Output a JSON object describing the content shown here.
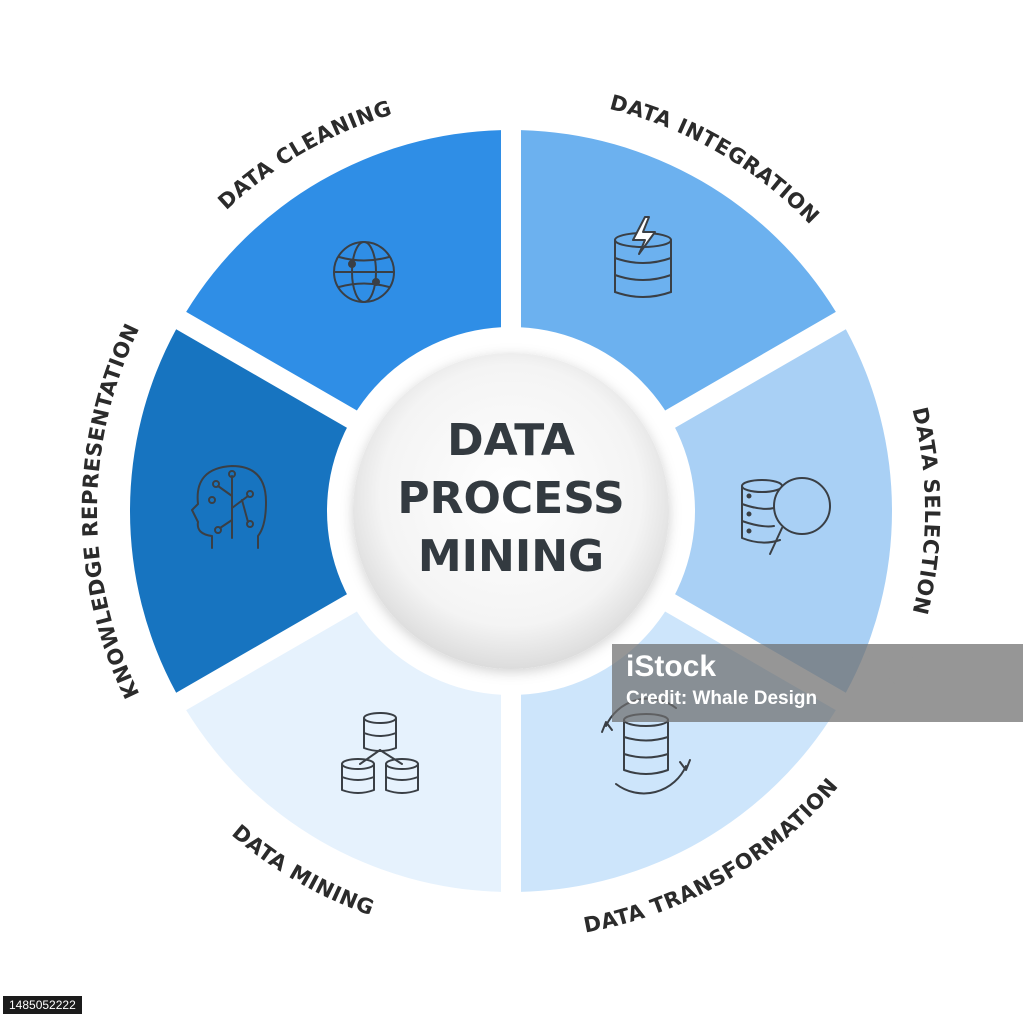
{
  "center": {
    "lines": [
      "DATA",
      "PROCESS",
      "MINING"
    ]
  },
  "segments": [
    {
      "label": "DATA CLEANING",
      "color": "#2f8ee6",
      "icon": "globe-icon"
    },
    {
      "label": "DATA INTEGRATION",
      "color": "#6cb1ef",
      "icon": "database-lightning-icon"
    },
    {
      "label": "DATA SELECTION",
      "color": "#a9d0f5",
      "icon": "database-search-icon"
    },
    {
      "label": "DATA TRANSFORMATION",
      "color": "#cde5fb",
      "icon": "database-cycle-icon"
    },
    {
      "label": "DATA MINING",
      "color": "#e6f2fd",
      "icon": "database-network-icon"
    },
    {
      "label": "KNOWLEDGE REPRESENTATION",
      "color": "#1774c0",
      "icon": "ai-head-icon"
    }
  ],
  "watermark": {
    "title": "iStock",
    "credit": "Credit: Whale Design"
  },
  "image_id": "1485052222"
}
